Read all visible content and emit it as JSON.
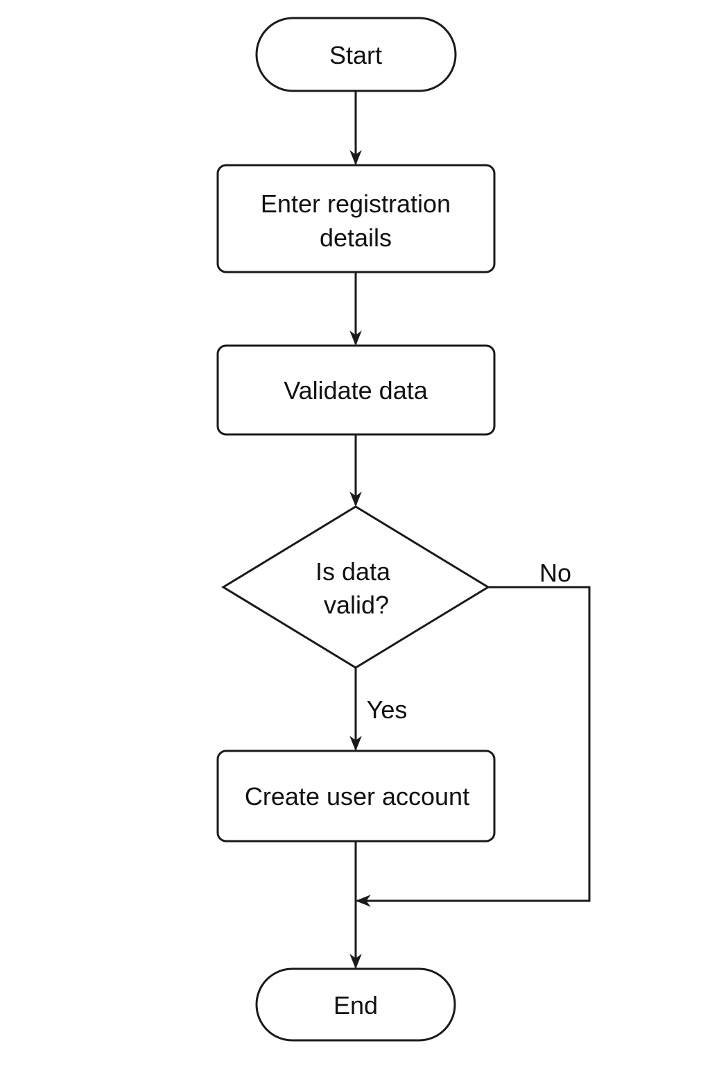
{
  "diagram": {
    "nodes": {
      "start": {
        "label": "Start"
      },
      "enter": {
        "line1": "Enter registration",
        "line2": "details"
      },
      "validate": {
        "label": "Validate data"
      },
      "decision": {
        "line1": "Is data",
        "line2": "valid?"
      },
      "create": {
        "label": "Create user account"
      },
      "end": {
        "label": "End"
      }
    },
    "edges": {
      "yes_label": "Yes",
      "no_label": "No"
    }
  }
}
